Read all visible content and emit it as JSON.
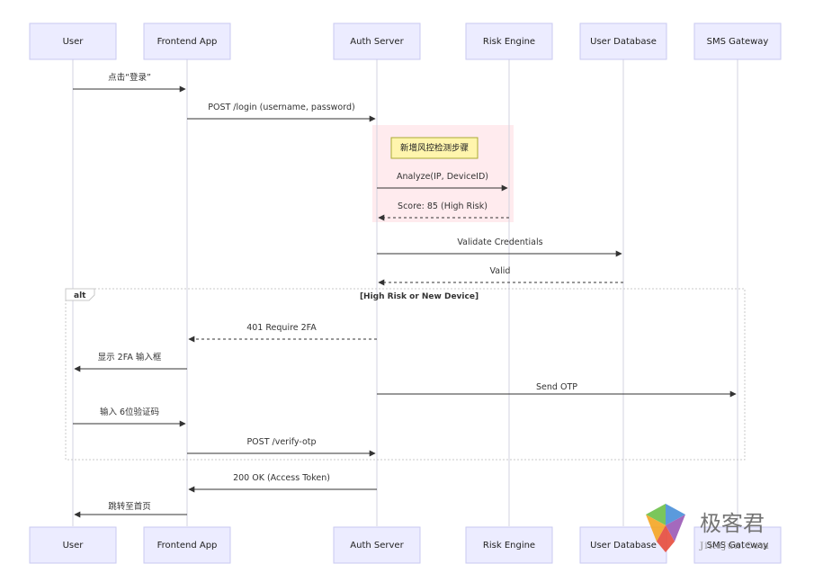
{
  "actors": [
    "User",
    "Frontend App",
    "Auth Server",
    "Risk Engine",
    "User Database",
    "SMS Gateway"
  ],
  "messages": [
    {
      "text": "点击“登录”"
    },
    {
      "text": "POST /login (username, password)"
    },
    {
      "text": "Analyze(IP, DeviceID)"
    },
    {
      "text": "Score: 85 (High Risk)"
    },
    {
      "text": "Validate Credentials"
    },
    {
      "text": "Valid"
    },
    {
      "text": "401 Require 2FA"
    },
    {
      "text": "显示 2FA 输入框"
    },
    {
      "text": "Send OTP"
    },
    {
      "text": "输入 6位验证码"
    },
    {
      "text": "POST /verify-otp"
    },
    {
      "text": "200 OK (Access Token)"
    },
    {
      "text": "跳转至首页"
    }
  ],
  "note": "新增风控检测步骤",
  "alt": {
    "keyword": "alt",
    "condition": "[High Risk or New Device]"
  },
  "colors": {
    "actor_fill": "#ECECFF",
    "actor_stroke": "#C9C9F0",
    "note_fill": "#FFF5AD",
    "highlight": "#FFB6C1"
  },
  "watermark": {
    "title": "极客君",
    "subtitle": "JiKeJun.Com"
  }
}
